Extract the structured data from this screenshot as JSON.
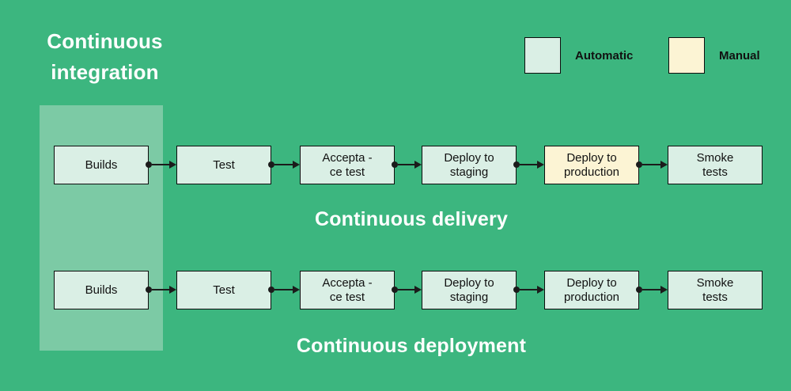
{
  "title": "Continuous\nintegration",
  "legend": {
    "items": [
      {
        "label": "Automatic",
        "color": "#daefe5"
      },
      {
        "label": "Manual",
        "color": "#fcf4d4"
      }
    ]
  },
  "sections": {
    "integration_band": "Continuous integration column highlight",
    "delivery_label": "Continuous delivery",
    "deployment_label": "Continuous deployment"
  },
  "rows": [
    {
      "name": "continuous-delivery",
      "boxes": [
        {
          "label": "Builds",
          "type": "automatic"
        },
        {
          "label": "Test",
          "type": "automatic"
        },
        {
          "label": "Accepta -\nce test",
          "type": "automatic"
        },
        {
          "label": "Deploy to\nstaging",
          "type": "automatic"
        },
        {
          "label": "Deploy to\nproduction",
          "type": "manual"
        },
        {
          "label": "Smoke\ntests",
          "type": "automatic"
        }
      ]
    },
    {
      "name": "continuous-deployment",
      "boxes": [
        {
          "label": "Builds",
          "type": "automatic"
        },
        {
          "label": "Test",
          "type": "automatic"
        },
        {
          "label": "Accepta -\nce test",
          "type": "automatic"
        },
        {
          "label": "Deploy to\nstaging",
          "type": "automatic"
        },
        {
          "label": "Deploy to\nproduction",
          "type": "automatic"
        },
        {
          "label": "Smoke\ntests",
          "type": "automatic"
        }
      ]
    }
  ],
  "colors": {
    "background": "#3cb67f",
    "band": "#7ccaa5",
    "automatic_fill": "#daefe5",
    "manual_fill": "#fcf4d4",
    "border": "#0d0d0d",
    "arrow": "#1b1b1b",
    "title_text": "#ffffff",
    "box_text": "#111111"
  }
}
